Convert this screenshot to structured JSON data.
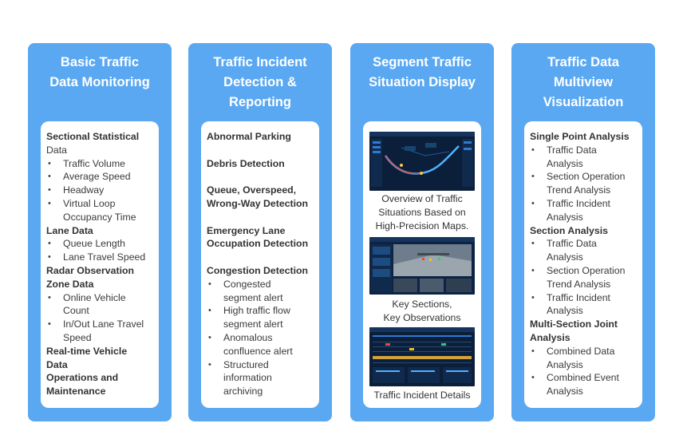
{
  "columns": [
    {
      "title": [
        "Basic Traffic",
        "Data Monitoring"
      ],
      "items": [
        {
          "type": "h",
          "text": "Sectional Statistical"
        },
        {
          "type": "t",
          "text": "Data"
        },
        {
          "type": "b",
          "text": "Traffic Volume"
        },
        {
          "type": "b",
          "text": "Average Speed"
        },
        {
          "type": "b",
          "text": "Headway"
        },
        {
          "type": "b",
          "text": "Virtual Loop"
        },
        {
          "type": "c",
          "text": "Occupancy Time"
        },
        {
          "type": "h",
          "text": "Lane Data"
        },
        {
          "type": "b",
          "text": "Queue Length"
        },
        {
          "type": "b",
          "text": "Lane Travel Speed"
        },
        {
          "type": "h",
          "text": "Radar Observation"
        },
        {
          "type": "h",
          "text": "Zone Data"
        },
        {
          "type": "b",
          "text": "Online Vehicle"
        },
        {
          "type": "c",
          "text": "Count"
        },
        {
          "type": "b",
          "text": "In/Out Lane Travel"
        },
        {
          "type": "c",
          "text": "Speed"
        },
        {
          "type": "h",
          "text": "Real-time Vehicle"
        },
        {
          "type": "h",
          "text": "Data"
        },
        {
          "type": "h",
          "text": "Operations and"
        },
        {
          "type": "h",
          "text": "Maintenance"
        }
      ]
    },
    {
      "title": [
        "Traffic Incident",
        "Detection &",
        "Reporting"
      ],
      "items": [
        {
          "type": "h",
          "text": "Abnormal Parking"
        },
        {
          "type": "g"
        },
        {
          "type": "h",
          "text": "Debris Detection"
        },
        {
          "type": "g"
        },
        {
          "type": "h",
          "text": "Queue, Overspeed,"
        },
        {
          "type": "h",
          "text": "Wrong-Way Detection"
        },
        {
          "type": "g"
        },
        {
          "type": "h",
          "text": "Emergency Lane"
        },
        {
          "type": "h",
          "text": "Occupation Detection"
        },
        {
          "type": "g"
        },
        {
          "type": "h",
          "text": "Congestion Detection"
        },
        {
          "type": "b",
          "text": "Congested"
        },
        {
          "type": "c",
          "text": "segment alert"
        },
        {
          "type": "b",
          "text": "High traffic flow"
        },
        {
          "type": "c",
          "text": "segment alert"
        },
        {
          "type": "b",
          "text": "Anomalous"
        },
        {
          "type": "c",
          "text": "confluence alert"
        },
        {
          "type": "b",
          "text": "Structured"
        },
        {
          "type": "c",
          "text": "information"
        },
        {
          "type": "c",
          "text": "archiving"
        }
      ]
    },
    {
      "title": [
        "Segment Traffic",
        "Situation Display"
      ],
      "captions": [
        [
          "Overview of Traffic",
          "Situations Based on",
          "High-Precision Maps."
        ],
        [
          "Key Sections,",
          "Key Observations"
        ],
        [
          "Traffic Incident Details"
        ]
      ]
    },
    {
      "title": [
        "Traffic Data",
        "Multiview",
        "Visualization"
      ],
      "items": [
        {
          "type": "h",
          "text": "Single Point Analysis"
        },
        {
          "type": "b",
          "text": "Traffic Data"
        },
        {
          "type": "c",
          "text": "Analysis"
        },
        {
          "type": "b",
          "text": "Section Operation"
        },
        {
          "type": "c",
          "text": "Trend Analysis"
        },
        {
          "type": "b",
          "text": "Traffic Incident"
        },
        {
          "type": "c",
          "text": "Analysis"
        },
        {
          "type": "h",
          "text": "Section Analysis"
        },
        {
          "type": "b",
          "text": "Traffic Data"
        },
        {
          "type": "c",
          "text": "Analysis"
        },
        {
          "type": "b",
          "text": "Section Operation"
        },
        {
          "type": "c",
          "text": "Trend Analysis"
        },
        {
          "type": "b",
          "text": "Traffic Incident"
        },
        {
          "type": "c",
          "text": "Analysis"
        },
        {
          "type": "h",
          "text": "Multi-Section Joint"
        },
        {
          "type": "h",
          "text": "Analysis"
        },
        {
          "type": "b",
          "text": "Combined Data"
        },
        {
          "type": "c",
          "text": "Analysis"
        },
        {
          "type": "b",
          "text": "Combined Event"
        },
        {
          "type": "c",
          "text": "Analysis"
        }
      ]
    }
  ],
  "colors": {
    "card": "#5aa8f2",
    "text": "#333333",
    "dashboard": "#0b1e3a"
  }
}
